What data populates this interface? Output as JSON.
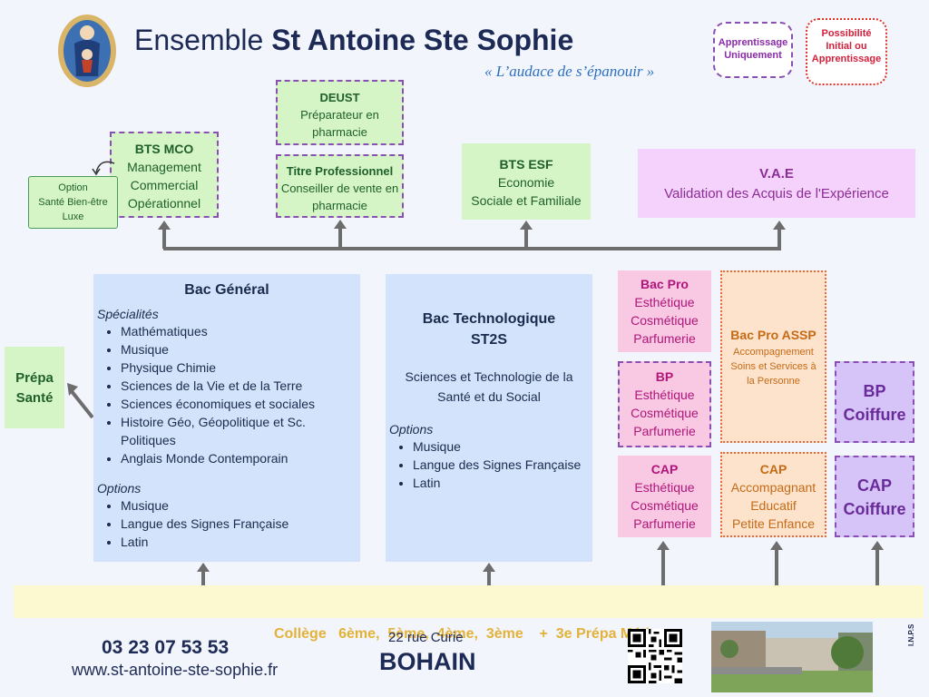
{
  "header": {
    "title_prefix": "Ensemble",
    "title_main": "St Antoine Ste Sophie",
    "tagline": "« L’audace de s’épanouir »"
  },
  "legend": {
    "apprentissage": "Apprentissage Uniquement",
    "possibilite": "Possibilité Initial ou Apprentissage"
  },
  "top": {
    "bts_mco": {
      "title": "BTS MCO",
      "l1": "Management",
      "l2": "Commercial",
      "l3": "Opérationnel"
    },
    "option": {
      "l1": "Option",
      "l2": "Santé Bien-être",
      "l3": "Luxe"
    },
    "deust": {
      "title": "DEUST",
      "text": "Préparateur en pharmacie"
    },
    "titre_pro": {
      "title": "Titre Professionnel",
      "text": "Conseiller de vente en pharmacie"
    },
    "bts_esf": {
      "title": "BTS ESF",
      "l1": "Economie",
      "l2": "Sociale et Familiale"
    },
    "vae": {
      "title": "V.A.E",
      "text": "Validation des Acquis de l'Expérience"
    }
  },
  "prepa": {
    "l1": "Prépa",
    "l2": "Santé"
  },
  "bac_general": {
    "title": "Bac Général",
    "spec_label": "Spécialités",
    "specialites": [
      "Mathématiques",
      "Musique",
      "Physique Chimie",
      "Sciences de la Vie et de la Terre",
      "Sciences économiques et sociales",
      "Histoire Géo, Géopolitique et Sc. Politiques",
      "Anglais Monde Contemporain"
    ],
    "options_label": "Options",
    "options": [
      "Musique",
      "Langue des Signes Française",
      "Latin"
    ]
  },
  "bac_techno": {
    "title1": "Bac Technologique",
    "title2": "ST2S",
    "desc": "Sciences et Technologie de la Santé et du Social",
    "options_label": "Options",
    "options": [
      "Musique",
      "Langue des Signes Française",
      "Latin"
    ]
  },
  "bac_pro": {
    "title": "Bac Pro",
    "l1": "Esthétique",
    "l2": "Cosmétique",
    "l3": "Parfumerie"
  },
  "bp": {
    "title": "BP",
    "l1": "Esthétique",
    "l2": "Cosmétique",
    "l3": "Parfumerie"
  },
  "cap": {
    "title": "CAP",
    "l1": "Esthétique",
    "l2": "Cosmétique",
    "l3": "Parfumerie"
  },
  "assp": {
    "title": "Bac Pro ASSP",
    "l1": "Accompagnement",
    "l2": "Soins et Services à",
    "l3": "la Personne"
  },
  "cap_aepe": {
    "title": "CAP",
    "l1": "Accompagnant",
    "l2": "Educatif",
    "l3": "Petite Enfance"
  },
  "bp_coiffure": {
    "l1": "BP",
    "l2": "Coiffure"
  },
  "cap_coiffure": {
    "l1": "CAP",
    "l2": "Coiffure"
  },
  "college": "Collège   6ème,  5ème,  4ème,  3ème    +  3e Prépa Métiers",
  "footer": {
    "phone": "03 23 07 53 53",
    "website": "www.st-antoine-ste-sophie.fr",
    "street": "22 rue Curie",
    "city": "BOHAIN",
    "side_mark": "I.N.P.S"
  },
  "colors": {
    "navy": "#1c2a55",
    "green": "#d5f5c6",
    "pink": "#f9c8e3",
    "violet": "#f5d2fb",
    "blue": "#d2e3fb",
    "yellow": "#fcf8cf"
  }
}
